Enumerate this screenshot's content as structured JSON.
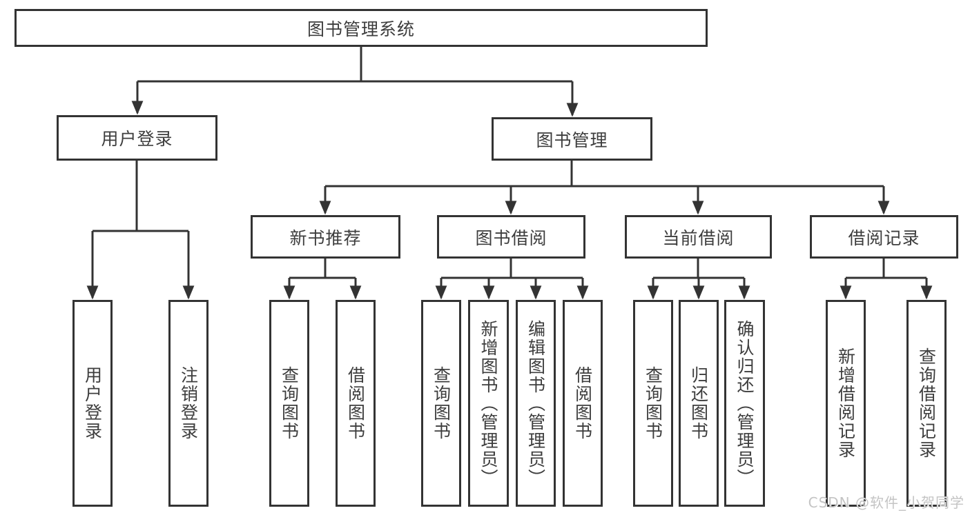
{
  "diagram": {
    "colors": {
      "line": "#333333",
      "box_border": "#333333",
      "box_fill": "#ffffff",
      "text": "#3d3d3d",
      "watermark": "#c4c4c4",
      "background": "#ffffff"
    },
    "nodes": {
      "root": {
        "label": "图书管理系统"
      },
      "login": {
        "label": "用户登录"
      },
      "mgmt": {
        "label": "图书管理"
      },
      "rec": {
        "label": "新书推荐"
      },
      "borrow": {
        "label": "图书借阅"
      },
      "current": {
        "label": "当前借阅"
      },
      "records": {
        "label": "借阅记录"
      },
      "login_children": [
        {
          "label": "用户登录"
        },
        {
          "label": "注销登录"
        }
      ],
      "rec_children": [
        {
          "label": "查询图书"
        },
        {
          "label": "借阅图书"
        }
      ],
      "borrow_children": [
        {
          "label": "查询图书"
        },
        {
          "label": "新增图书（管理员）"
        },
        {
          "label": "编辑图书（管理员）"
        },
        {
          "label": "借阅图书"
        }
      ],
      "current_children": [
        {
          "label": "查询图书"
        },
        {
          "label": "归还图书"
        },
        {
          "label": "确认归还（管理员）"
        }
      ],
      "records_children": [
        {
          "label": "新增借阅记录"
        },
        {
          "label": "查询借阅记录"
        }
      ]
    },
    "watermark": "CSDN @软件_小贺同学"
  }
}
